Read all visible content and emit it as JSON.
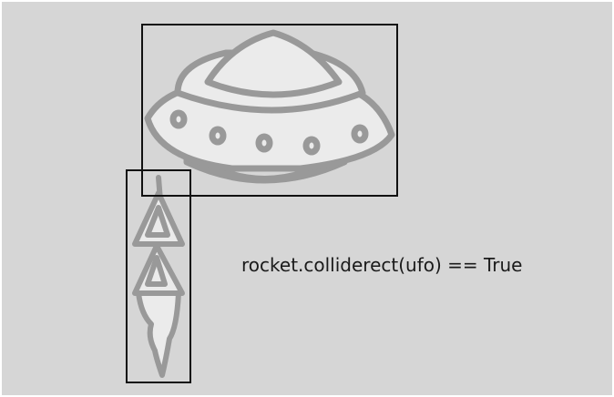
{
  "scene": {
    "caption": "rocket.colliderect(ufo) == True",
    "sprites": [
      {
        "name": "ufo",
        "icon": "ufo-sprite-icon"
      },
      {
        "name": "rocket",
        "icon": "rocket-sprite-icon"
      }
    ],
    "colors": {
      "background": "#d6d6d6",
      "sprite_outline": "#999999",
      "sprite_fill": "#ebebeb",
      "hitbox": "#111111",
      "caption": "#1a1a1a"
    }
  }
}
